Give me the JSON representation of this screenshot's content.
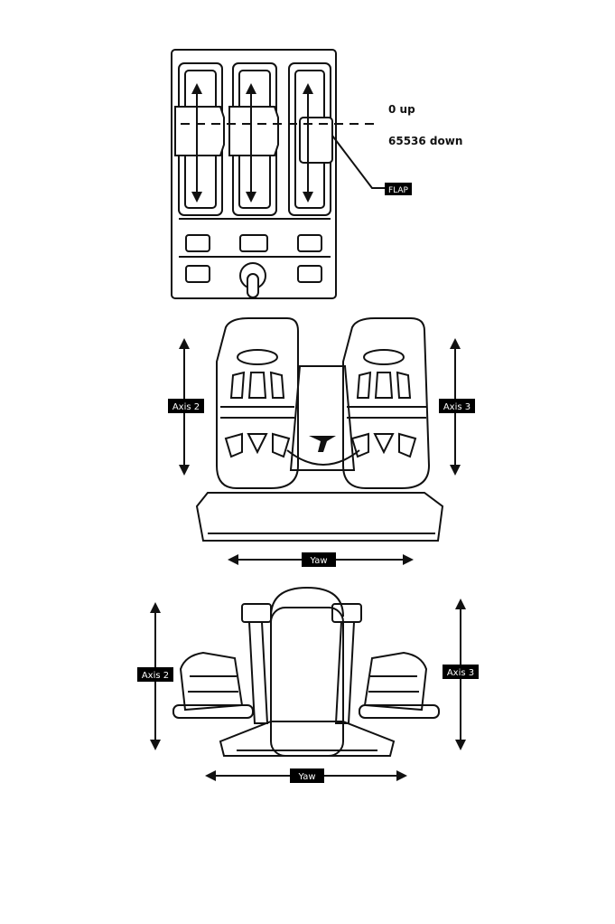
{
  "throttle": {
    "up_label": "0 up",
    "down_label": "65536 down",
    "flap_label": "FLAP"
  },
  "pedals_front": {
    "axis_left_label": "Axis 2",
    "axis_right_label": "Axis 3",
    "yaw_label": "Yaw"
  },
  "pedals_side": {
    "axis_left_label": "Axis 2",
    "axis_right_label": "Axis 3",
    "yaw_label": "Yaw"
  },
  "colors": {
    "ink": "#111111",
    "tag_bg": "#000000",
    "tag_text": "#ffffff"
  }
}
